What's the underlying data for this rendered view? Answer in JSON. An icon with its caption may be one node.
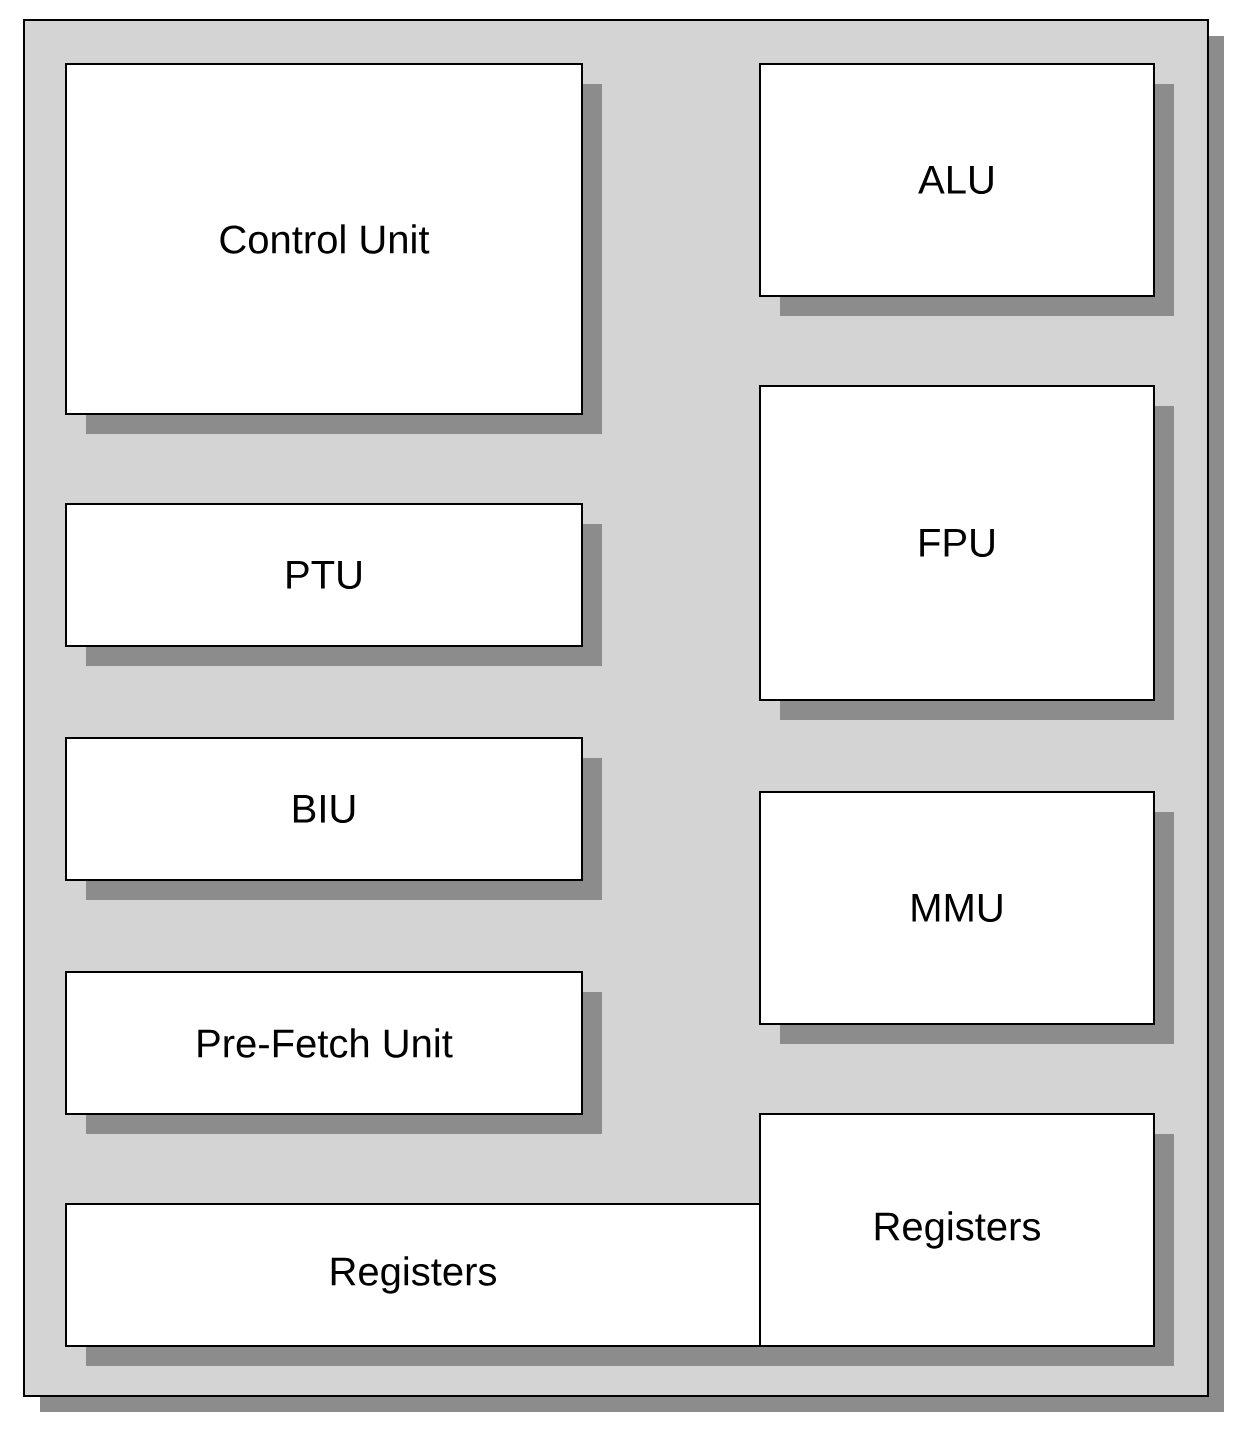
{
  "diagram": {
    "nodes": [
      {
        "text": [],
        "shape": "box"
      },
      {
        "text": [
          "Control Unit"
        ],
        "in": 0
      },
      {
        "text": [
          "PTU"
        ],
        "in": 0
      },
      {
        "text": [
          "BIU"
        ],
        "in": 0
      },
      {
        "text": [
          "Pre-Fetch Unit"
        ],
        "in": 0
      },
      {
        "text": [
          "Registers"
        ],
        "in": 0
      },
      {
        "text": [
          "ALU"
        ],
        "in": 0
      },
      {
        "text": [
          "FPU"
        ],
        "in": 0
      },
      {
        "text": [
          "MMU"
        ],
        "in": 0
      },
      {
        "text": [
          "Registers"
        ],
        "in": 0
      }
    ]
  }
}
